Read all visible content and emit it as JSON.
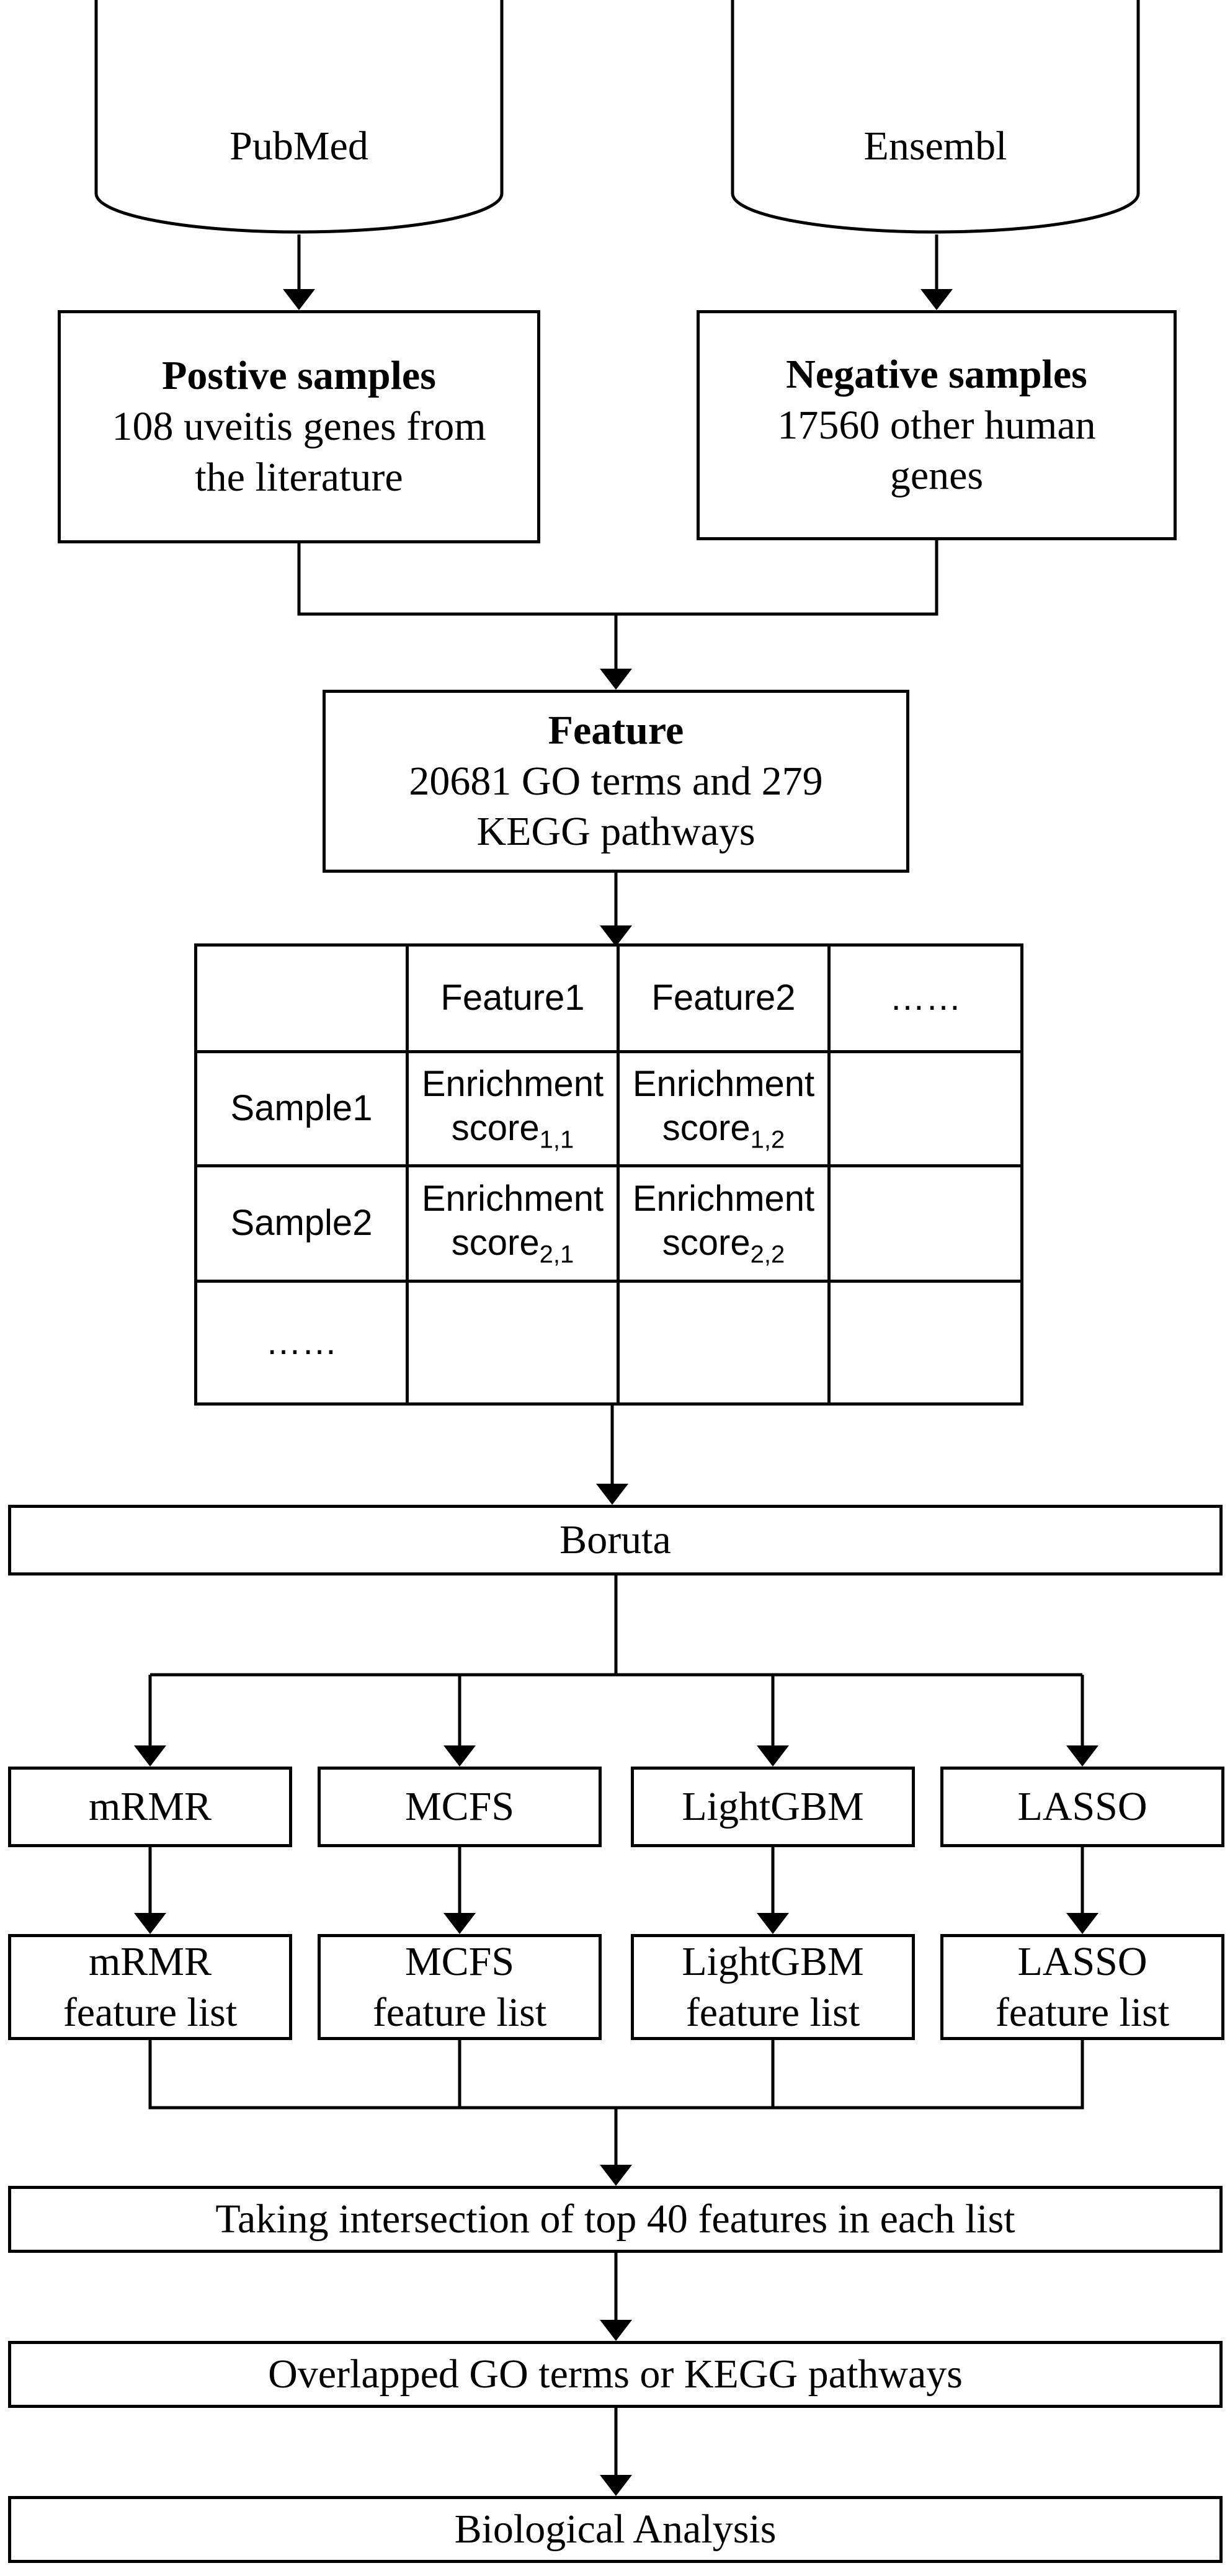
{
  "sources": {
    "pubmed": "PubMed",
    "ensembl": "Ensembl"
  },
  "positive": {
    "title": "Postive samples",
    "line1": "108 uveitis genes from",
    "line2": "the literature"
  },
  "negative": {
    "title": "Negative samples",
    "line1": "17560 other human",
    "line2": "genes"
  },
  "feature": {
    "title": "Feature",
    "line1": "20681 GO terms and 279",
    "line2": "KEGG pathways"
  },
  "matrix": {
    "col1": "Feature1",
    "col2": "Feature2",
    "col_more": "……",
    "row1": "Sample1",
    "row2": "Sample2",
    "row_more": "……",
    "enrichment": "Enrichment",
    "score": "score",
    "sub_11": "1,1",
    "sub_12": "1,2",
    "sub_21": "2,1",
    "sub_22": "2,2"
  },
  "boruta": "Boruta",
  "methods": {
    "mrmr": "mRMR",
    "mcfs": "MCFS",
    "lightgbm": "LightGBM",
    "lasso": "LASSO"
  },
  "lists": {
    "suffix": "feature list"
  },
  "intersection": "Taking intersection of top 40 features in each list",
  "overlapped": "Overlapped GO terms or KEGG pathways",
  "analysis": "Biological Analysis"
}
